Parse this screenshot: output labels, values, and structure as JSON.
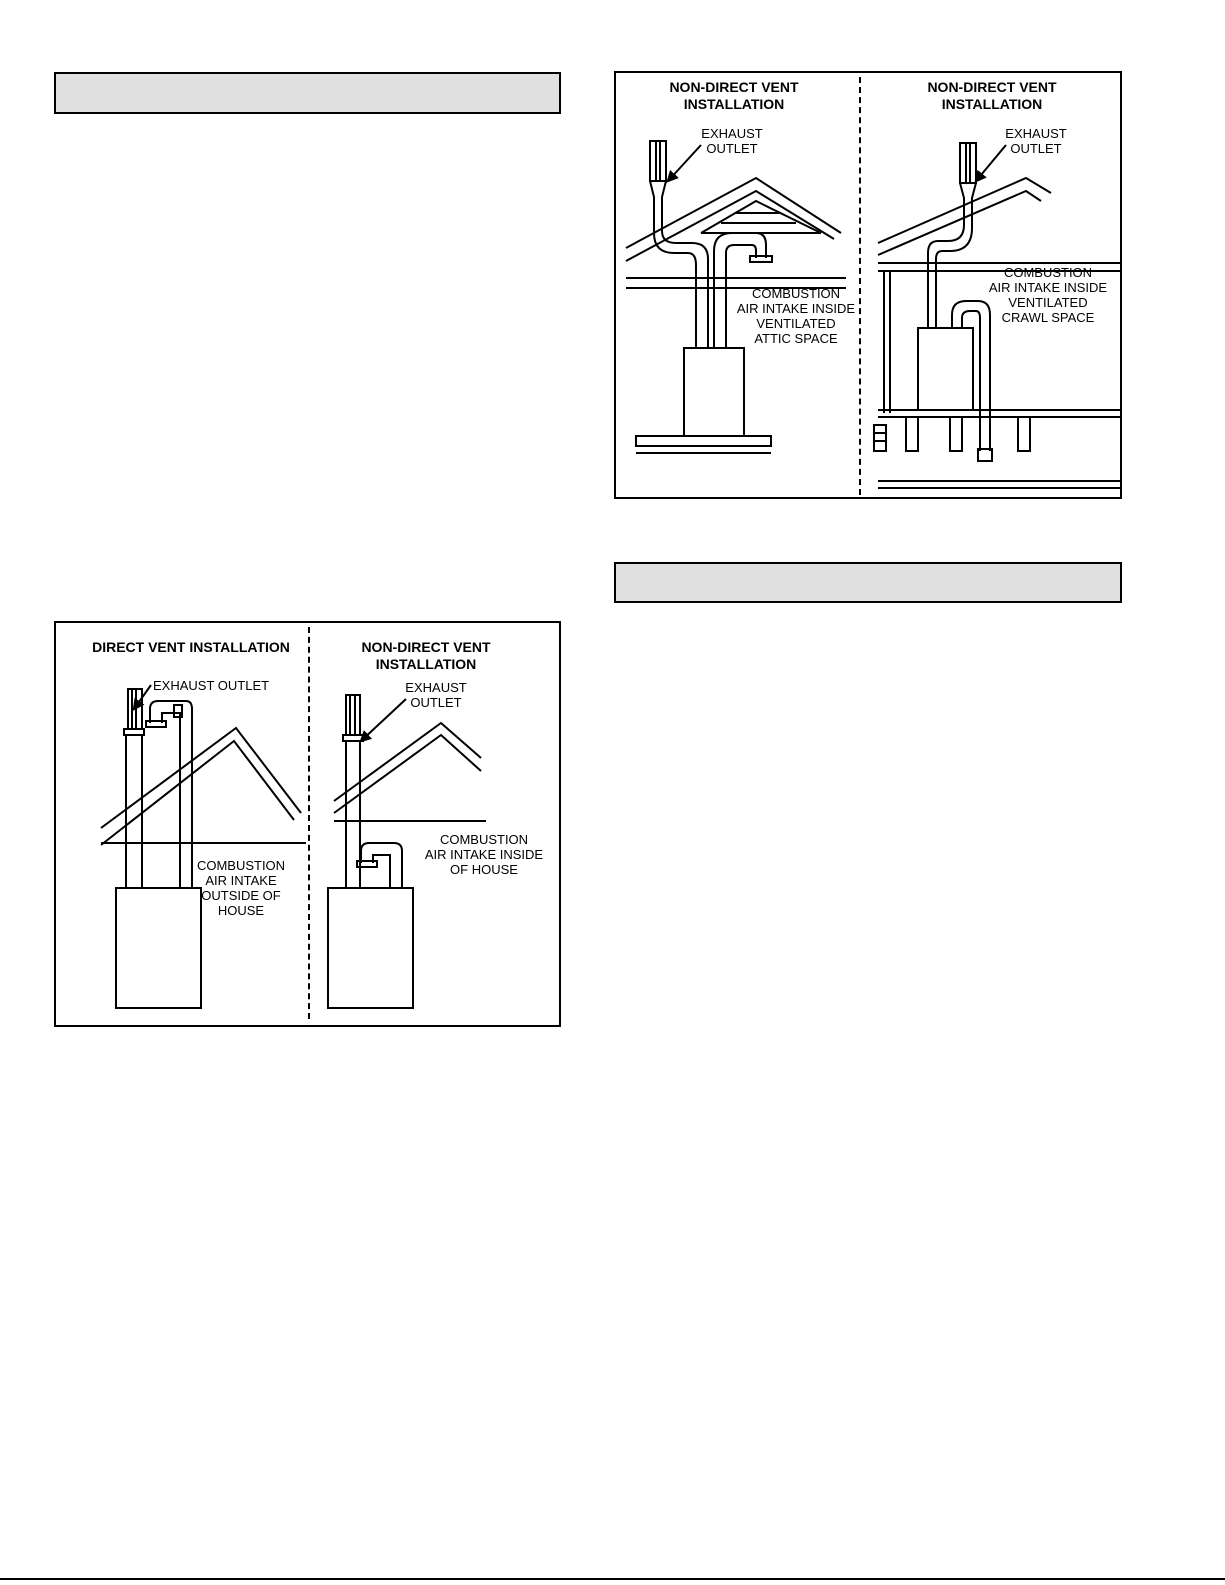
{
  "figure_a": {
    "left_title": "DIRECT VENT INSTALLATION",
    "left_exhaust": "EXHAUST  OUTLET",
    "left_intake": "COMBUSTION\nAIR INTAKE\nOUTSIDE OF\nHOUSE",
    "right_title": "NON-DIRECT VENT\nINSTALLATION",
    "right_exhaust": "EXHAUST\nOUTLET",
    "right_intake": "COMBUSTION\nAIR INTAKE INSIDE\nOF HOUSE"
  },
  "figure_b": {
    "left_title": "NON-DIRECT VENT\nINSTALLATION",
    "left_exhaust": "EXHAUST\nOUTLET",
    "left_intake": "COMBUSTION\nAIR INTAKE INSIDE\nVENTILATED\nATTIC SPACE",
    "right_title": "NON-DIRECT VENT\nINSTALLATION",
    "right_exhaust": "EXHAUST\nOUTLET",
    "right_intake": "COMBUSTION\nAIR INTAKE INSIDE\nVENTILATED\nCRAWL SPACE"
  },
  "colors": {
    "heading_bar_fill": "#e0e0e0",
    "line": "#000000"
  }
}
